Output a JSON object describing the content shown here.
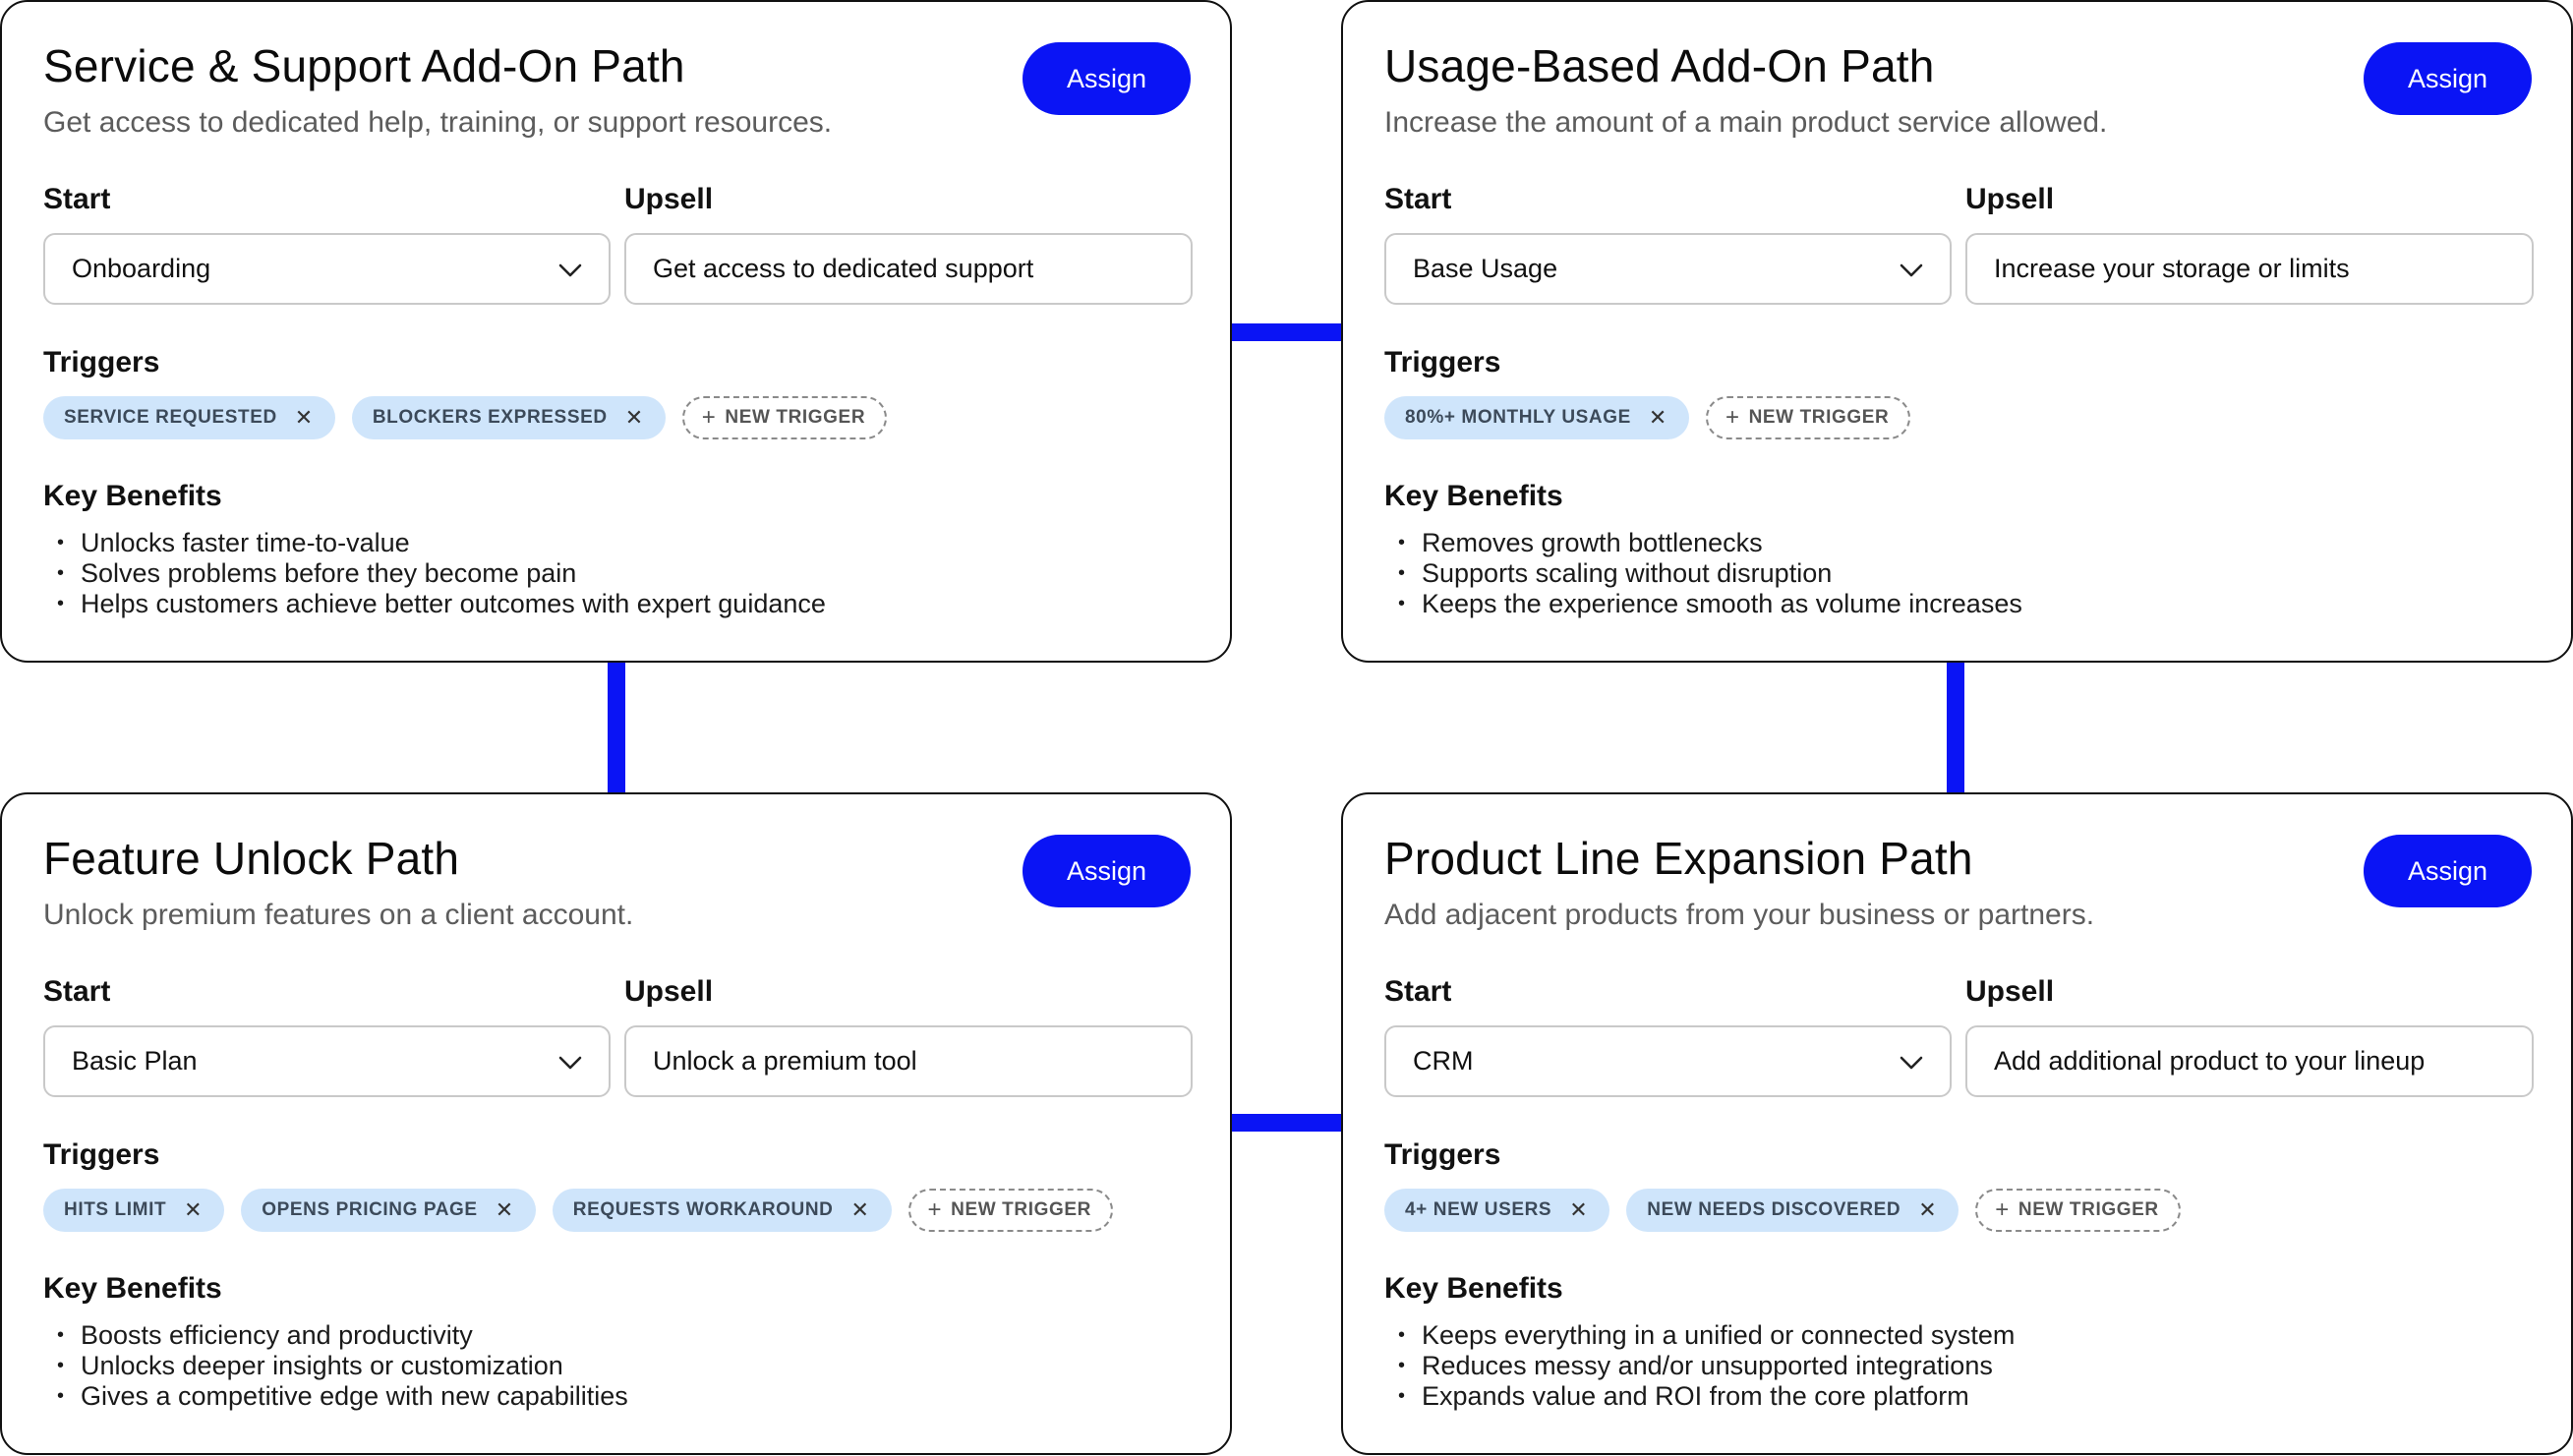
{
  "colors": {
    "accent": "#0a14f5",
    "chip": "#cfe5fb",
    "border": "#111111"
  },
  "common": {
    "start_label": "Start",
    "upsell_label": "Upsell",
    "triggers_label": "Triggers",
    "benefits_label": "Key Benefits",
    "assign_label": "Assign",
    "new_trigger_label": "NEW TRIGGER"
  },
  "cards": [
    {
      "title": "Service & Support Add-On Path",
      "subtitle": "Get access to dedicated help, training, or support resources.",
      "start": "Onboarding",
      "upsell": "Get access to dedicated support",
      "triggers": [
        "SERVICE REQUESTED",
        "BLOCKERS EXPRESSED"
      ],
      "benefits": [
        "Unlocks faster time-to-value",
        "Solves problems before they become pain",
        "Helps customers achieve better outcomes with expert guidance"
      ]
    },
    {
      "title": "Usage-Based Add-On Path",
      "subtitle": "Increase the amount of a main product service allowed.",
      "start": "Base Usage",
      "upsell": "Increase your storage or limits",
      "triggers": [
        "80%+ MONTHLY USAGE"
      ],
      "benefits": [
        "Removes growth bottlenecks",
        "Supports scaling without disruption",
        "Keeps the experience smooth as volume increases"
      ]
    },
    {
      "title": "Feature Unlock Path",
      "subtitle": "Unlock premium features on a client account.",
      "start": "Basic Plan",
      "upsell": "Unlock a premium tool",
      "triggers": [
        "HITS LIMIT",
        "OPENS PRICING PAGE",
        "REQUESTS WORKAROUND"
      ],
      "benefits": [
        "Boosts efficiency and productivity",
        "Unlocks deeper insights or customization",
        "Gives a competitive edge with new capabilities"
      ]
    },
    {
      "title": "Product Line Expansion Path",
      "subtitle": "Add adjacent products from your business or partners.",
      "start": "CRM",
      "upsell": "Add additional product to your lineup",
      "triggers": [
        "4+ NEW USERS",
        "NEW NEEDS DISCOVERED"
      ],
      "benefits": [
        "Keeps everything in a unified or connected system",
        "Reduces messy and/or unsupported integrations",
        "Expands value and ROI from the core platform"
      ]
    }
  ]
}
